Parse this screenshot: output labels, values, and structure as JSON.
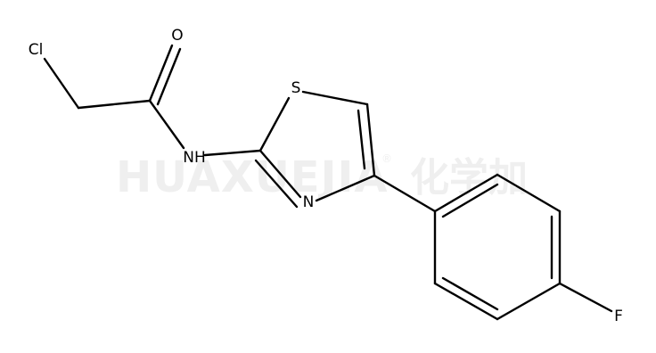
{
  "watermark": {
    "latin": "HUAXUEJIA",
    "registered": "®",
    "cjk": "化学加"
  },
  "atoms": {
    "cl": "Cl",
    "o": "O",
    "nh": "NH",
    "s": "S",
    "n": "N",
    "f": "F"
  },
  "colors": {
    "bond": "#000000",
    "watermark": "#efefef",
    "background": "#ffffff"
  }
}
